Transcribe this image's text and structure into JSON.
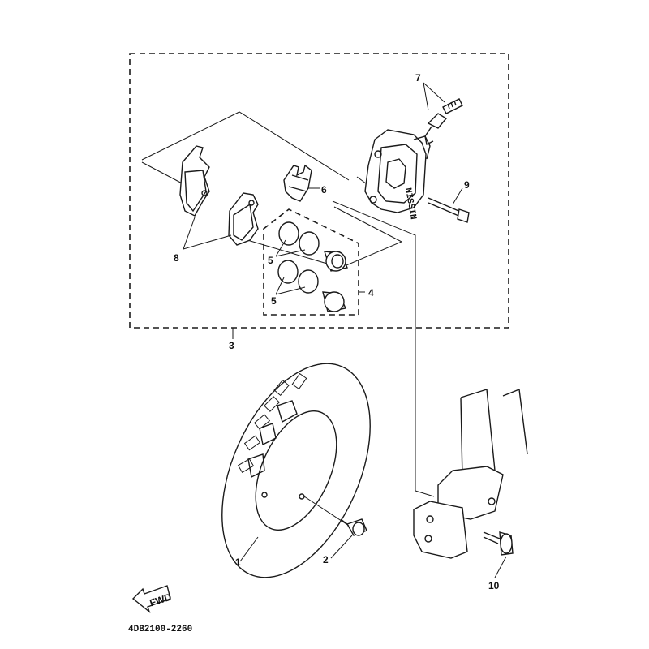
{
  "diagram": {
    "parts": [
      {
        "id": "1",
        "label": "1"
      },
      {
        "id": "2",
        "label": "2"
      },
      {
        "id": "3",
        "label": "3"
      },
      {
        "id": "4",
        "label": "4"
      },
      {
        "id": "5a",
        "label": "5"
      },
      {
        "id": "5b",
        "label": "5"
      },
      {
        "id": "6",
        "label": "6"
      },
      {
        "id": "7",
        "label": "7"
      },
      {
        "id": "8",
        "label": "8"
      },
      {
        "id": "9",
        "label": "9"
      },
      {
        "id": "10",
        "label": "10"
      }
    ],
    "fwd_label": "FWD",
    "caliper_brand": "NISSIN",
    "drawing_code": "4DB2100-2260"
  }
}
